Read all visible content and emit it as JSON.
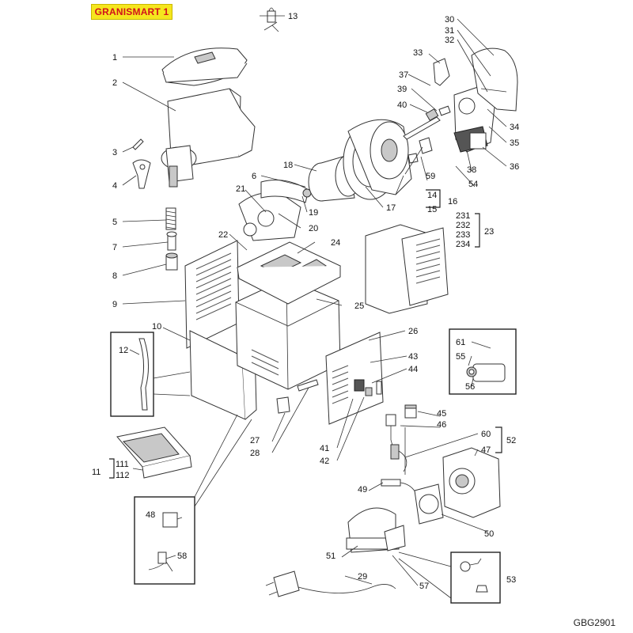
{
  "title": "GRANISMART 1",
  "drawing_code": "GBG2901",
  "colors": {
    "title_bg": "#f5e61e",
    "title_text": "#d2121b",
    "line": "#333333"
  },
  "callouts": [
    "1",
    "2",
    "3",
    "4",
    "5",
    "6",
    "7",
    "8",
    "9",
    "10",
    "11",
    "111",
    "112",
    "12",
    "13",
    "14",
    "15",
    "16",
    "17",
    "18",
    "19",
    "20",
    "21",
    "22",
    "23",
    "231",
    "232",
    "233",
    "234",
    "24",
    "25",
    "26",
    "27",
    "28",
    "29",
    "30",
    "31",
    "32",
    "33",
    "34",
    "35",
    "36",
    "37",
    "38",
    "39",
    "40",
    "41",
    "42",
    "43",
    "44",
    "45",
    "46",
    "47",
    "48",
    "49",
    "50",
    "51",
    "52",
    "53",
    "54",
    "55",
    "56",
    "57",
    "58",
    "59",
    "60",
    "61"
  ]
}
